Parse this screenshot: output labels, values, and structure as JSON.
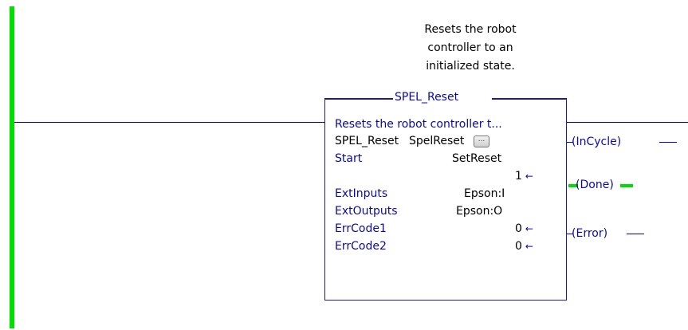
{
  "rung_comment": {
    "lines": [
      "Resets the robot",
      "controller to an",
      "initialized state."
    ]
  },
  "instruction": {
    "title": "SPEL_Reset",
    "description": "Resets the robot controller t...",
    "rows": [
      {
        "label": "SPEL_Reset",
        "value": "SpelReset",
        "has_button": true
      },
      {
        "label": "Start",
        "value": "SetReset"
      },
      {
        "label": "",
        "value": "1",
        "has_arrow": true
      },
      {
        "label": "ExtInputs",
        "value": "Epson:I"
      },
      {
        "label": "ExtOutputs",
        "value": "Epson:O"
      },
      {
        "label": "ErrCode1",
        "value": "0",
        "has_arrow": true
      },
      {
        "label": "ErrCode2",
        "value": "0",
        "has_arrow": true
      }
    ],
    "button_label": "..."
  },
  "outputs": {
    "incycle": "InCycle",
    "done": "Done",
    "error": "Error"
  },
  "arrow_glyph": "←",
  "colors": {
    "rail": "#00e000",
    "wire": "#0000cc",
    "block_border": "#1a1aa0",
    "label_blue": "#0a0aa0",
    "energized": "#00dd00"
  }
}
